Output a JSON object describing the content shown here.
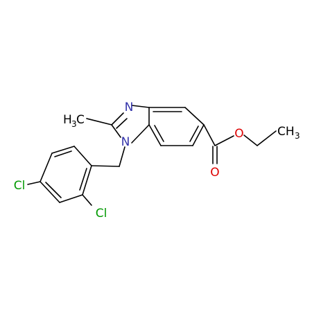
{
  "molecule": {
    "atoms": {
      "n3": {
        "text": "N",
        "color": "#3333aa"
      },
      "n1": {
        "text": "N",
        "color": "#3333aa"
      },
      "o_carbonyl": {
        "text": "O",
        "color": "#dd0000"
      },
      "o_ester": {
        "text": "O",
        "color": "#dd0000"
      },
      "cl_ortho": {
        "text": "Cl",
        "color": "#009900"
      },
      "cl_para": {
        "text": "Cl",
        "color": "#009900"
      },
      "methyl_h": {
        "text": "H",
        "color": "#000000"
      },
      "methyl_sub": {
        "text": "3",
        "color": "#000000"
      },
      "methyl_c": {
        "text": "C",
        "color": "#000000"
      },
      "ethyl_c": {
        "text": "CH",
        "color": "#000000"
      },
      "ethyl_sub": {
        "text": "3",
        "color": "#000000"
      }
    },
    "bond_color": "#000000"
  }
}
